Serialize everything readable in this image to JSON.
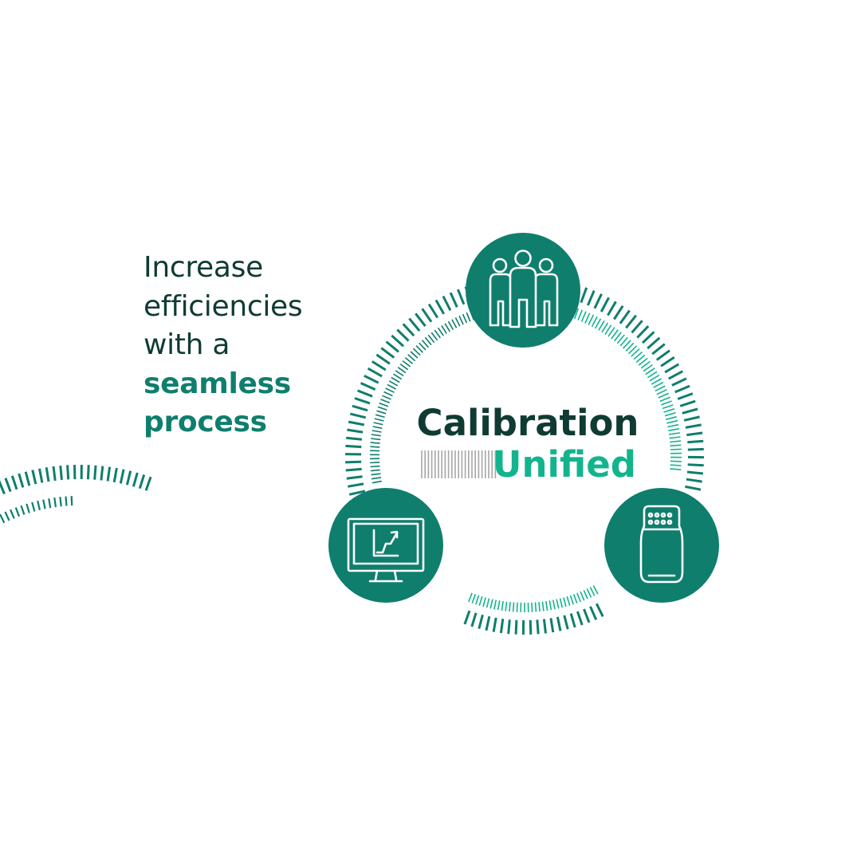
{
  "headline": {
    "line_1": "Increase",
    "line_2": "efficiencies",
    "line_3": "with a",
    "line_4": "seamless",
    "line_5": "process"
  },
  "center": {
    "title": "Calibration",
    "subtitle": "Unified"
  },
  "nodes": {
    "top": "people-group-icon",
    "left": "monitor-chart-icon",
    "right": "calibrator-device-icon"
  },
  "colors": {
    "teal": "#0f7e6d",
    "teal_light": "#12b48e",
    "teal_pale": "#7fc7b2",
    "dark_text": "#0f3b33",
    "gray_stripes": "#a6a6a6"
  }
}
